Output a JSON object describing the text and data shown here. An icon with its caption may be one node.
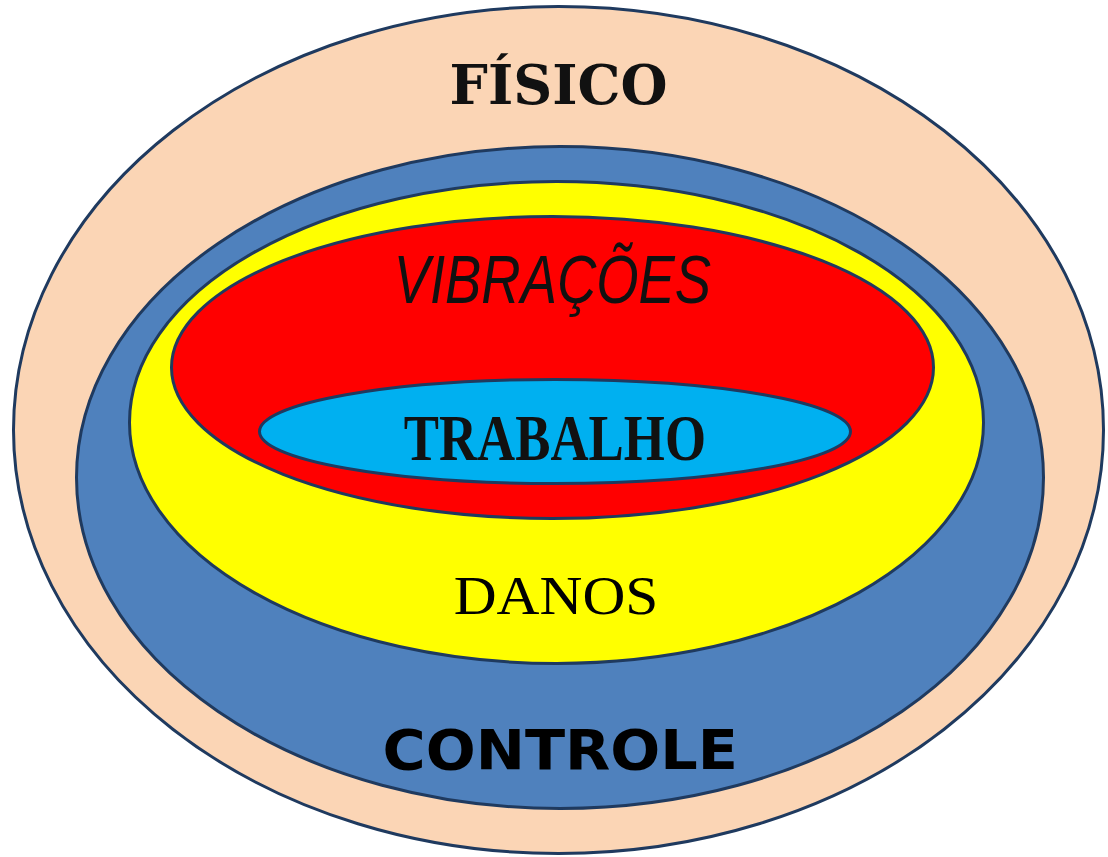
{
  "diagram": {
    "nodes": [
      {
        "text": [
          "FÍSICO"
        ]
      },
      {
        "text": [
          "CONTROLE"
        ],
        "in": 0
      },
      {
        "text": [
          "DANOS"
        ],
        "in": 1
      },
      {
        "text": [
          "VIBRAÇÕES"
        ],
        "in": 2
      },
      {
        "text": [
          "TRABALHO"
        ],
        "in": 3
      }
    ]
  }
}
